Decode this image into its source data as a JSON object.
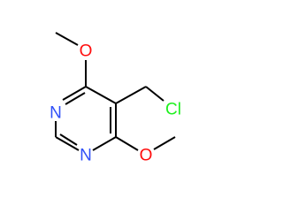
{
  "molecule": {
    "atoms": {
      "o_top": {
        "label": "O",
        "color": "#ff0d0d"
      },
      "o_bottom": {
        "label": "O",
        "color": "#ff0d0d"
      },
      "n_upper": {
        "label": "N",
        "color": "#3050f8"
      },
      "n_lower": {
        "label": "N",
        "color": "#3050f8"
      },
      "cl": {
        "label": "Cl",
        "color": "#1ff01f"
      }
    },
    "bond_color": "#000000"
  }
}
